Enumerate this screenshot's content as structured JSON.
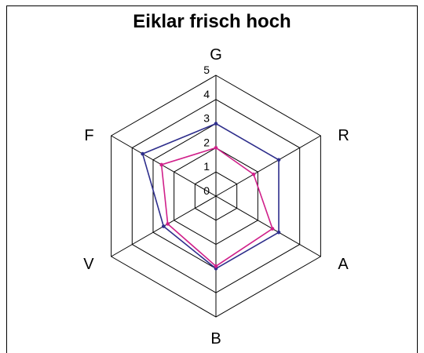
{
  "chart_data": {
    "type": "radar",
    "title": "Eiklar frisch hoch",
    "axes": [
      "G",
      "R",
      "A",
      "B",
      "V",
      "F"
    ],
    "rlim": [
      0,
      5
    ],
    "ticks": [
      "0",
      "1",
      "2",
      "3",
      "4",
      "5"
    ],
    "grid": true,
    "series": [
      {
        "color": "#2e2e8c",
        "values": [
          3.0,
          3.0,
          3.0,
          3.0,
          2.5,
          3.5
        ]
      },
      {
        "color": "#d0208a",
        "values": [
          2.0,
          1.8,
          2.7,
          2.9,
          2.3,
          2.6
        ]
      }
    ]
  }
}
